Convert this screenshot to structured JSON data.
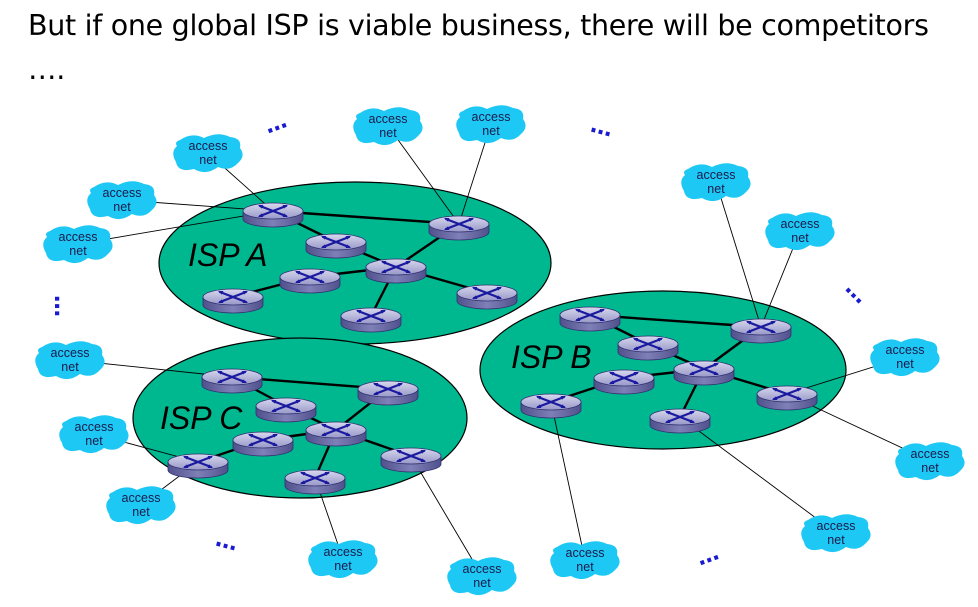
{
  "slide": {
    "title": "But if one global ISP is viable business, there will be competitors ….",
    "ellipsis": "…"
  },
  "isps": [
    {
      "id": "A",
      "label": "ISP A"
    },
    {
      "id": "B",
      "label": "ISP B"
    },
    {
      "id": "C",
      "label": "ISP C"
    }
  ],
  "access_net": {
    "line1": "access",
    "line2": "net"
  },
  "colors": {
    "isp_fill": "#00b890",
    "access_cloud": "#1ec8f5",
    "router_top": "#b8b8d8",
    "router_side": "#6060a0",
    "router_x": "#1a1aa0",
    "ellipsis": "#1a1ad0"
  },
  "icons": [
    "router-icon",
    "access-net-cloud-icon",
    "ellipsis-dots"
  ]
}
